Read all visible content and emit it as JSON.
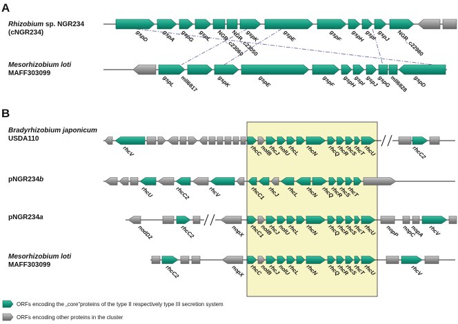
{
  "panel_a": {
    "label": "A",
    "org1_line1_italic": "Rhizobium",
    "org1_line1_rest": " sp. NGR234",
    "org1_line2": "(cNGR234)",
    "org2_line1": "Mesorhizobium loti",
    "org2_line2": "MAFF303099",
    "track1_genes": [
      "gspD",
      "gspA",
      "gspG",
      "gspL",
      "NGR_c23060",
      "NGR_c23050",
      "gspK",
      "gspE",
      "gspF",
      "gspH",
      "gspI",
      "gspJ",
      "NGR_c22980"
    ],
    "track2_genes": [
      "gspL",
      "mll6817",
      "gspK",
      "gspE",
      "gspF",
      "gspH",
      "gspI",
      "gspJ",
      "gspG",
      "mll6828",
      "gspD"
    ]
  },
  "panel_b": {
    "label": "B",
    "org1_line1": "Bradyrhizobium japonicum",
    "org1_line2": "USDA110",
    "org2_prefix": "pNGR234",
    "org2_suffix": "b",
    "org3_prefix": "pNGR234",
    "org3_suffix": "a",
    "org4_line1": "Mesorhizobium loti",
    "org4_line2": "MAFF303099",
    "track1_genes": [
      "rhcV",
      "rhcC",
      "nolB",
      "rhcJ",
      "nolU",
      "rhcL",
      "rhcN",
      "rhcQ",
      "rhcR",
      "rhcS",
      "rhcT",
      "rhcU",
      "rhcC2"
    ],
    "track2_genes": [
      "rhcU",
      "rhcC2",
      "rhcV",
      "rhcC1",
      "rhcJ",
      "rhcL",
      "rhcN",
      "rhcQ",
      "rhcR",
      "rhcS",
      "rhcT"
    ],
    "track3_genes": [
      "nodD2",
      "rhcC2",
      "nopX",
      "rhcC1",
      "nolB",
      "rhcJ",
      "nolU",
      "rhcL",
      "rhcN",
      "rhcQ",
      "rhcR",
      "rhcS",
      "rhcT",
      "rhcU",
      "nopP",
      "nopC",
      "nopA",
      "rhcV"
    ],
    "track4_genes": [
      "rhcC2",
      "nopX",
      "rhcC",
      "nolB",
      "rhcJ",
      "nolU",
      "rhcL",
      "rhcN",
      "rhcQ",
      "rhcR",
      "rhcS",
      "rhcT",
      "rhcU",
      "rhcV"
    ]
  },
  "legend": {
    "core": "ORFs encoding the „core“proteins of the type II respectively type III secretion system",
    "other": "ORFs encoding other proteins in the cluster"
  },
  "colors": {
    "core": "#15967c",
    "other": "#8a8a8a",
    "box_fill": "#f7f5c6",
    "dashdot": "#6a6aa6"
  }
}
